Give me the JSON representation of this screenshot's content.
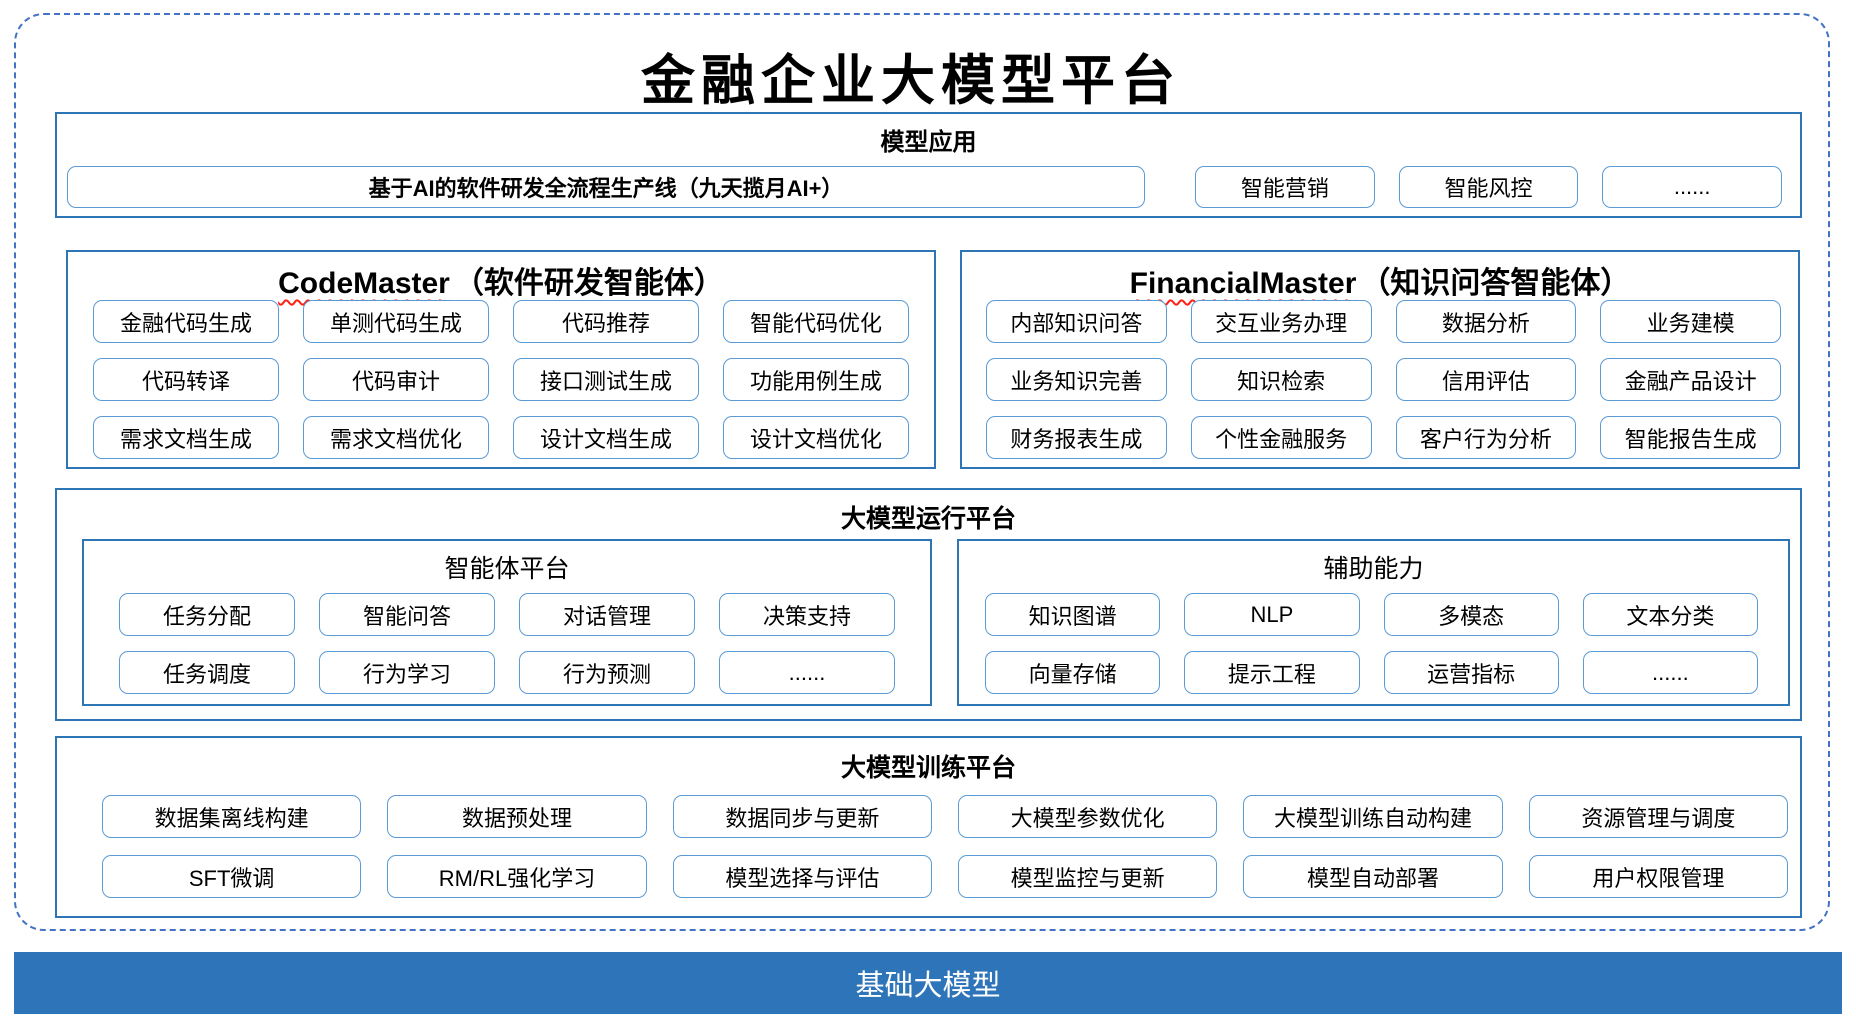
{
  "title": "金融企业大模型平台",
  "model_app": {
    "header": "模型应用",
    "main_item": "基于AI的软件研发全流程生产线（九天揽月AI+）",
    "items": [
      "智能营销",
      "智能风控",
      "......"
    ]
  },
  "code_master": {
    "title_en": "CodeMaster",
    "title_cn": "（软件研发智能体）",
    "items": [
      "金融代码生成",
      "单测代码生成",
      "代码推荐",
      "智能代码优化",
      "代码转译",
      "代码审计",
      "接口测试生成",
      "功能用例生成",
      "需求文档生成",
      "需求文档优化",
      "设计文档生成",
      "设计文档优化"
    ]
  },
  "financial_master": {
    "title_en": "FinancialMaster",
    "title_cn": "（知识问答智能体）",
    "items": [
      "内部知识问答",
      "交互业务办理",
      "数据分析",
      "业务建模",
      "业务知识完善",
      "知识检索",
      "信用评估",
      "金融产品设计",
      "财务报表生成",
      "个性金融服务",
      "客户行为分析",
      "智能报告生成"
    ]
  },
  "runtime_platform": {
    "header": "大模型运行平台",
    "agent_platform": {
      "header": "智能体平台",
      "items": [
        "任务分配",
        "智能问答",
        "对话管理",
        "决策支持",
        "任务调度",
        "行为学习",
        "行为预测",
        "......"
      ]
    },
    "aux_capability": {
      "header": "辅助能力",
      "items": [
        "知识图谱",
        "NLP",
        "多模态",
        "文本分类",
        "向量存储",
        "提示工程",
        "运营指标",
        "......"
      ]
    }
  },
  "training_platform": {
    "header": "大模型训练平台",
    "items": [
      "数据集离线构建",
      "数据预处理",
      "数据同步与更新",
      "大模型参数优化",
      "大模型训练自动构建",
      "资源管理与调度",
      "SFT微调",
      "RM/RL强化学习",
      "模型选择与评估",
      "模型监控与更新",
      "模型自动部署",
      "用户权限管理"
    ]
  },
  "base_model": {
    "label": "基础大模型"
  },
  "colors": {
    "section_border": "#2E75B6",
    "box_border": "#5B9BD5",
    "dashed_frame": "#4472C4",
    "base_bar": "#2E74B8",
    "spellcheck_underline": "#FF2016"
  }
}
